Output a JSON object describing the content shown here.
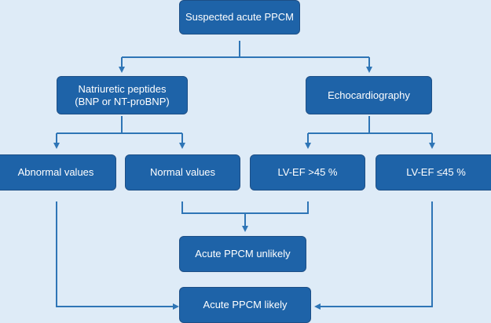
{
  "colors": {
    "background": "#deebf7",
    "box_fill": "#1e63a8",
    "box_border": "#1d4f86",
    "box_text": "#ffffff",
    "connector": "#2e75b6"
  },
  "nodes": {
    "suspected": "Suspected acute PPCM",
    "peptides": "Natriuretic peptides\n(BNP or NT-proBNP)",
    "echo": "Echocardiography",
    "abnormal": "Abnormal values",
    "normal": "Normal values",
    "lvef_high": "LV-EF >45 %",
    "lvef_low": "LV-EF ≤45 %",
    "unlikely": "Acute PPCM unlikely",
    "likely": "Acute PPCM likely"
  }
}
